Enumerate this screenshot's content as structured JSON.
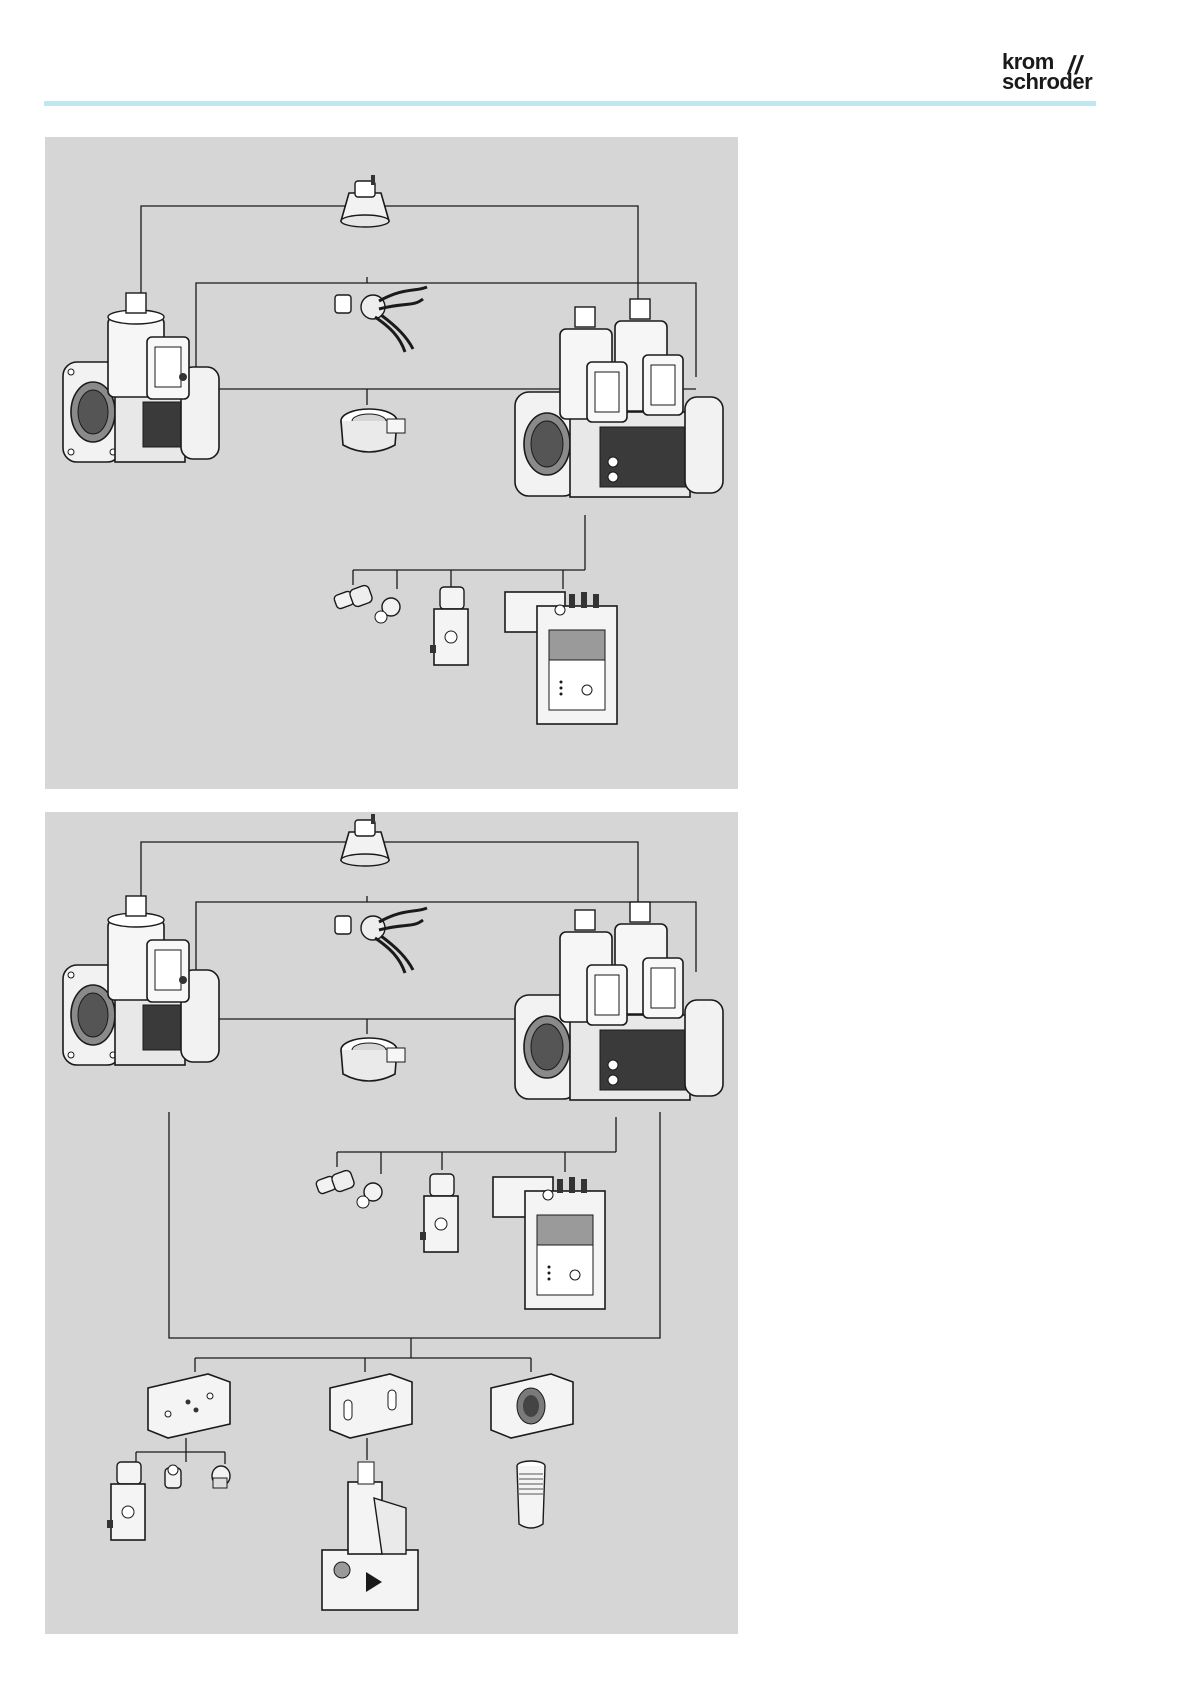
{
  "header": {
    "logo_line1": "krom",
    "logo_line2": "schroder",
    "logo_slash": "//",
    "rule_color": "#bfe6f1"
  },
  "panels": [
    {
      "background": "#d6d6d6",
      "components": [
        "solenoid-coil-cap",
        "cable-plug-set",
        "single-valve",
        "double-valve",
        "coil-adapter-ring",
        "test-nipples",
        "pressure-switch",
        "valve-proving-system"
      ]
    },
    {
      "background": "#d6d6d6",
      "components": [
        "solenoid-coil-cap",
        "cable-plug-set",
        "single-valve",
        "double-valve",
        "coil-adapter-ring",
        "test-nipples",
        "pressure-switch",
        "valve-proving-system",
        "adapter-plate-with-ports",
        "blank-adapter-plate",
        "threaded-flange-plate",
        "small-pressure-switch",
        "plugs",
        "pressure-regulator",
        "threaded-pipe-nipple"
      ]
    }
  ],
  "colors": {
    "outline": "#1a1a1a",
    "part_fill": "#f4f4f4",
    "part_shade": "#bdbdbd",
    "dark": "#2a2a2a",
    "panel": "#d6d6d6"
  }
}
